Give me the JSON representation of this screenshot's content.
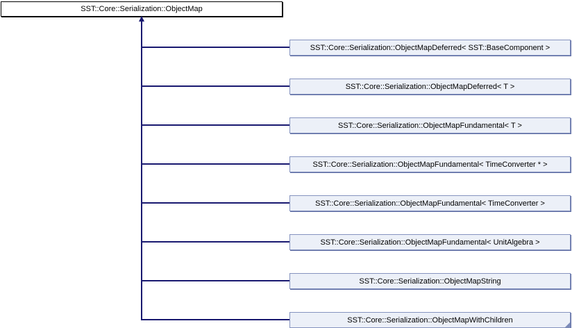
{
  "diagram_type": "class-inheritance",
  "base": {
    "label": "SST::Core::Serialization::ObjectMap"
  },
  "derived": [
    {
      "label": "SST::Core::Serialization::ObjectMapDeferred< SST::BaseComponent >"
    },
    {
      "label": "SST::Core::Serialization::ObjectMapDeferred< T >"
    },
    {
      "label": "SST::Core::Serialization::ObjectMapFundamental< T >"
    },
    {
      "label": "SST::Core::Serialization::ObjectMapFundamental< TimeConverter * >"
    },
    {
      "label": "SST::Core::Serialization::ObjectMapFundamental< TimeConverter >"
    },
    {
      "label": "SST::Core::Serialization::ObjectMapFundamental< UnitAlgebra >"
    },
    {
      "label": "SST::Core::Serialization::ObjectMapString"
    },
    {
      "label": "SST::Core::Serialization::ObjectMapWithChildren",
      "has_hidden_children": true
    }
  ],
  "colors": {
    "background": "#FFFFFF",
    "base_node_fill": "#FFFFFF",
    "base_node_border": "#000000",
    "derived_node_fill": "#ECF0F8",
    "derived_node_border": "#8593BF",
    "edge": "#191970",
    "text": "#000000"
  }
}
